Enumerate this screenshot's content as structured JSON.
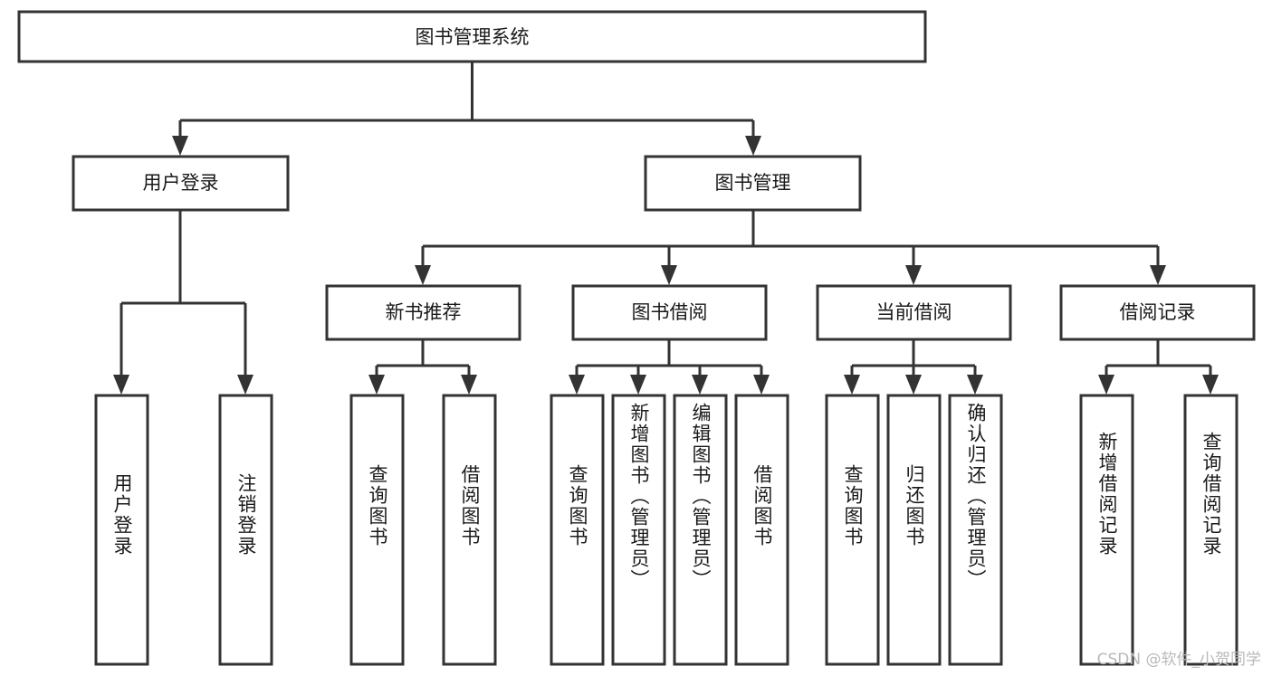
{
  "chart_data": {
    "type": "diagram",
    "title": "图书管理系统",
    "diagram_kind": "tree / hierarchy chart",
    "orientation": "top-down",
    "colors": {
      "box_stroke": "#333333",
      "box_fill": "#ffffff",
      "text": "#1a1a1a",
      "background": "#ffffff",
      "watermark": "#b9b9b9"
    },
    "levels": 3,
    "nodes": {
      "root": {
        "id": "root",
        "label": "图书管理系统",
        "level": 0
      },
      "level1": [
        {
          "id": "user-login",
          "label": "用户登录",
          "level": 1
        },
        {
          "id": "book-management",
          "label": "图书管理",
          "level": 1
        }
      ],
      "level2": [
        {
          "id": "new-book-recommend",
          "label": "新书推荐",
          "level": 2,
          "parent": "book-management"
        },
        {
          "id": "book-borrow",
          "label": "图书借阅",
          "level": 2,
          "parent": "book-management"
        },
        {
          "id": "current-borrow",
          "label": "当前借阅",
          "level": 2,
          "parent": "book-management"
        },
        {
          "id": "borrow-record",
          "label": "借阅记录",
          "level": 2,
          "parent": "book-management"
        }
      ],
      "leaves": [
        {
          "id": "leaf-user-login",
          "label": "用户登录",
          "parent": "user-login"
        },
        {
          "id": "leaf-logout",
          "label": "注销登录",
          "parent": "user-login"
        },
        {
          "id": "leaf-query-book-1",
          "label": "查询图书",
          "parent": "new-book-recommend"
        },
        {
          "id": "leaf-borrow-book-1",
          "label": "借阅图书",
          "parent": "new-book-recommend"
        },
        {
          "id": "leaf-query-book-2",
          "label": "查询图书",
          "parent": "book-borrow"
        },
        {
          "id": "leaf-add-book",
          "label": "新增图书（管理员）",
          "parent": "book-borrow"
        },
        {
          "id": "leaf-edit-book",
          "label": "编辑图书（管理员）",
          "parent": "book-borrow"
        },
        {
          "id": "leaf-borrow-book-2",
          "label": "借阅图书",
          "parent": "book-borrow"
        },
        {
          "id": "leaf-query-book-3",
          "label": "查询图书",
          "parent": "current-borrow"
        },
        {
          "id": "leaf-return-book",
          "label": "归还图书",
          "parent": "current-borrow"
        },
        {
          "id": "leaf-confirm-return",
          "label": "确认归还（管理员）",
          "parent": "current-borrow"
        },
        {
          "id": "leaf-add-record",
          "label": "新增借阅记录",
          "parent": "borrow-record"
        },
        {
          "id": "leaf-query-record",
          "label": "查询借阅记录",
          "parent": "borrow-record"
        }
      ]
    },
    "edges": [
      {
        "from": "root",
        "to": "user-login"
      },
      {
        "from": "root",
        "to": "book-management"
      },
      {
        "from": "book-management",
        "to": "new-book-recommend"
      },
      {
        "from": "book-management",
        "to": "book-borrow"
      },
      {
        "from": "book-management",
        "to": "current-borrow"
      },
      {
        "from": "book-management",
        "to": "borrow-record"
      },
      {
        "from": "user-login",
        "to": "leaf-user-login"
      },
      {
        "from": "user-login",
        "to": "leaf-logout"
      },
      {
        "from": "new-book-recommend",
        "to": "leaf-query-book-1"
      },
      {
        "from": "new-book-recommend",
        "to": "leaf-borrow-book-1"
      },
      {
        "from": "book-borrow",
        "to": "leaf-query-book-2"
      },
      {
        "from": "book-borrow",
        "to": "leaf-add-book"
      },
      {
        "from": "book-borrow",
        "to": "leaf-edit-book"
      },
      {
        "from": "book-borrow",
        "to": "leaf-borrow-book-2"
      },
      {
        "from": "current-borrow",
        "to": "leaf-query-book-3"
      },
      {
        "from": "current-borrow",
        "to": "leaf-return-book"
      },
      {
        "from": "current-borrow",
        "to": "leaf-confirm-return"
      },
      {
        "from": "borrow-record",
        "to": "leaf-add-record"
      },
      {
        "from": "borrow-record",
        "to": "leaf-query-record"
      }
    ]
  },
  "watermark": {
    "text": "CSDN @软件_小贺同学"
  }
}
